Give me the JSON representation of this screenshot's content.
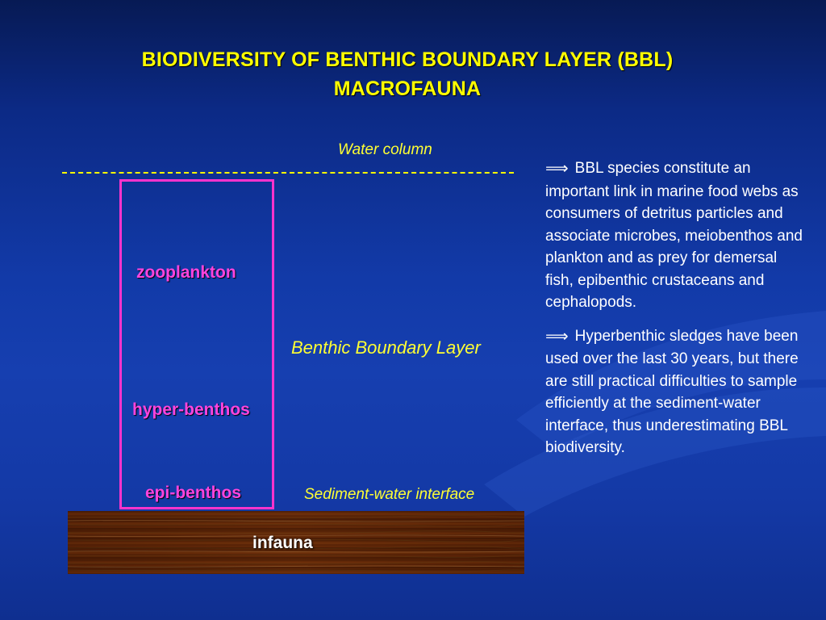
{
  "title": {
    "line1": "BIODIVERSITY OF BENTHIC BOUNDARY LAYER (BBL)",
    "line2": "MACROFAUNA"
  },
  "diagram": {
    "water_column_label": "Water column",
    "bbl_label": "Benthic Boundary Layer",
    "sediment_water_interface_label": "Sediment-water interface",
    "zooplankton_label": "zooplankton",
    "hyperbenthos_label": "hyper-benthos",
    "epibenthos_label": "epi-benthos",
    "infauna_label": "infauna",
    "colors": {
      "title": "#ffff00",
      "italic_labels": "#ffff33",
      "fauna_labels": "#ff44dd",
      "box_border": "#ff33cc",
      "dashed_line": "#ffff00",
      "background": "#123aa8"
    }
  },
  "bullets": [
    {
      "icon": "implies-arrow-icon",
      "glyph": "⟹",
      "text": "BBL species constitute an important link in marine food webs as consumers of detritus particles and associate microbes, meiobenthos and plankton and as prey for demersal fish, epibenthic crustaceans and cephalopods."
    },
    {
      "icon": "implies-arrow-icon",
      "glyph": "⟹",
      "text": "Hyperbenthic sledges have been used over the last 30 years, but there are still practical difficulties to sample efficiently at the sediment-water interface, thus underestimating BBL biodiversity."
    }
  ]
}
